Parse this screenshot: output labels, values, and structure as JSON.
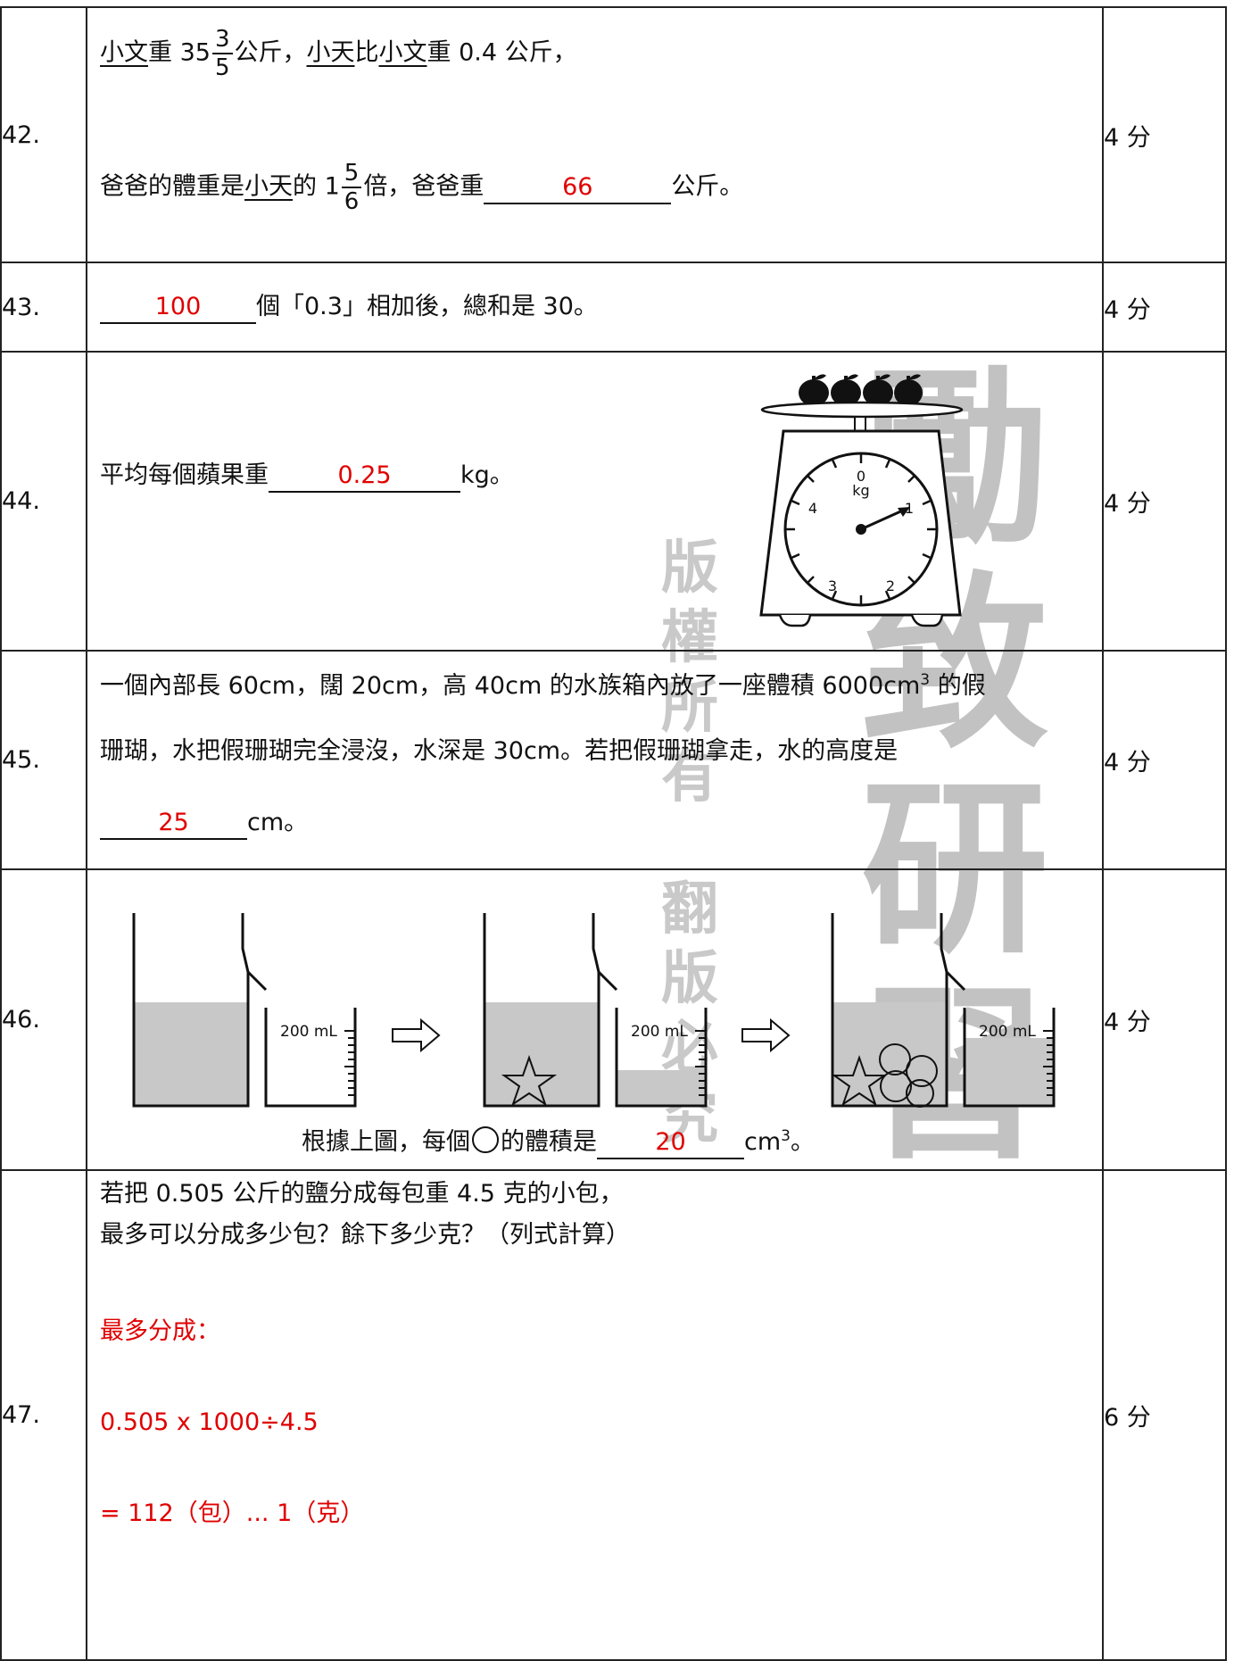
{
  "watermarks": {
    "small": [
      "版",
      "權",
      "所",
      "有",
      "翻",
      "版",
      "必",
      "究"
    ],
    "big": [
      "勵",
      "致",
      "研",
      "習"
    ]
  },
  "q42": {
    "num": "42.",
    "name1": "小文",
    "t1": "重 35",
    "f1n": "3",
    "f1d": "5",
    "t2": "公斤，",
    "name2": "小天",
    "t3": "比",
    "name3": "小文",
    "t4": "重 0.4 公斤，",
    "t5": "爸爸的體重是",
    "name4": "小天",
    "t6": "的 1",
    "f2n": "5",
    "f2d": "6",
    "t7": "倍，爸爸重",
    "answer": "66",
    "t8": "公斤。",
    "score": "4 分"
  },
  "q43": {
    "num": "43.",
    "answer": "100",
    "text": "個「0.3」相加後，總和是 30。",
    "score": "4 分"
  },
  "q44": {
    "num": "44.",
    "t1": "平均每個蘋果重",
    "answer": "0.25",
    "t2": "kg。",
    "dial_labels": [
      "0",
      "kg",
      "1",
      "2",
      "3",
      "4"
    ],
    "pointer_value_kg": 1,
    "apples_count": 4,
    "score": "4 分"
  },
  "q45": {
    "num": "45.",
    "line1a": "一個內部長 60cm，闊 20cm，高 40cm 的水族箱內放了一座體積 6000cm",
    "line1sup": "3",
    "line1b": " 的假",
    "line2": "珊瑚，水把假珊瑚完全浸沒，水深是 30cm。若把假珊瑚拿走，水的高度是",
    "answer": "25",
    "unit": "cm。",
    "score": "4 分"
  },
  "q46": {
    "num": "46.",
    "beaker_label": "200 mL",
    "t1": "根據上圖，每個",
    "t2": "的體積是",
    "answer": "20",
    "unit": "cm",
    "unit_sup": "3",
    "end": "。",
    "score": "4 分"
  },
  "q47": {
    "num": "47.",
    "line1": "若把 0.505 公斤的鹽分成每包重 4.5 克的小包，",
    "line2": "最多可以分成多少包？餘下多少克？（列式計算）",
    "ans1": "最多分成：",
    "ans2": "0.505 x 1000÷4.5",
    "ans3": "= 112（包）... 1（克）",
    "score": "6 分"
  }
}
